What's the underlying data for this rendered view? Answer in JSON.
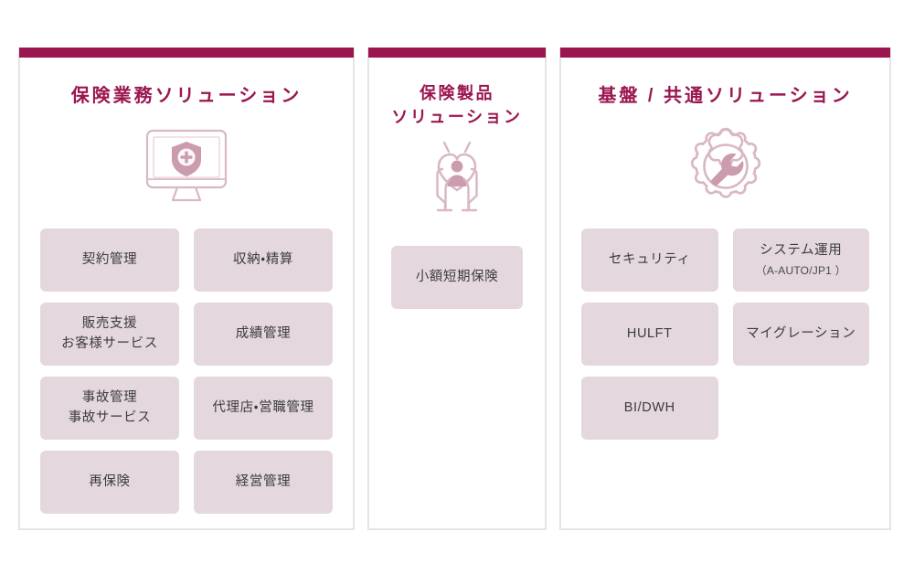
{
  "theme": {
    "accent": "#9b1650",
    "tile_bg": "#e4d7de",
    "icon_color": "#d2a8b8",
    "text_color": "#3c3c3c",
    "panel_border": "#e3e3e3",
    "page_bg": "#ffffff"
  },
  "panels": [
    {
      "id": "insurance-business-solution",
      "title": "保険業務ソリューション",
      "icon": "monitor-shield-icon",
      "tiles": [
        {
          "main": "契約管理",
          "sub": ""
        },
        {
          "main": "収納・精算",
          "sub": ""
        },
        {
          "main": "販売支援\nお客様サービス",
          "sub": ""
        },
        {
          "main": "成績管理",
          "sub": ""
        },
        {
          "main": "事故管理\n事故サービス",
          "sub": ""
        },
        {
          "main": "代理店・営職管理",
          "sub": ""
        },
        {
          "main": "再保険",
          "sub": ""
        },
        {
          "main": "経営管理",
          "sub": ""
        }
      ]
    },
    {
      "id": "insurance-product-solution",
      "title": "保険製品\nソリューション",
      "icon": "hands-heart-icon",
      "tiles": [
        {
          "main": "小額短期保険",
          "sub": ""
        }
      ]
    },
    {
      "id": "platform-common-solution",
      "title": "基盤 / 共通ソリューション",
      "icon": "gear-wrench-icon",
      "tiles": [
        {
          "main": "セキュリティ",
          "sub": ""
        },
        {
          "main": "システム運用",
          "sub": "（A-AUTO/JP1 ）"
        },
        {
          "main": "HULFT",
          "sub": ""
        },
        {
          "main": "マイグレーション",
          "sub": ""
        },
        {
          "main": "BI/DWH",
          "sub": ""
        }
      ]
    }
  ]
}
